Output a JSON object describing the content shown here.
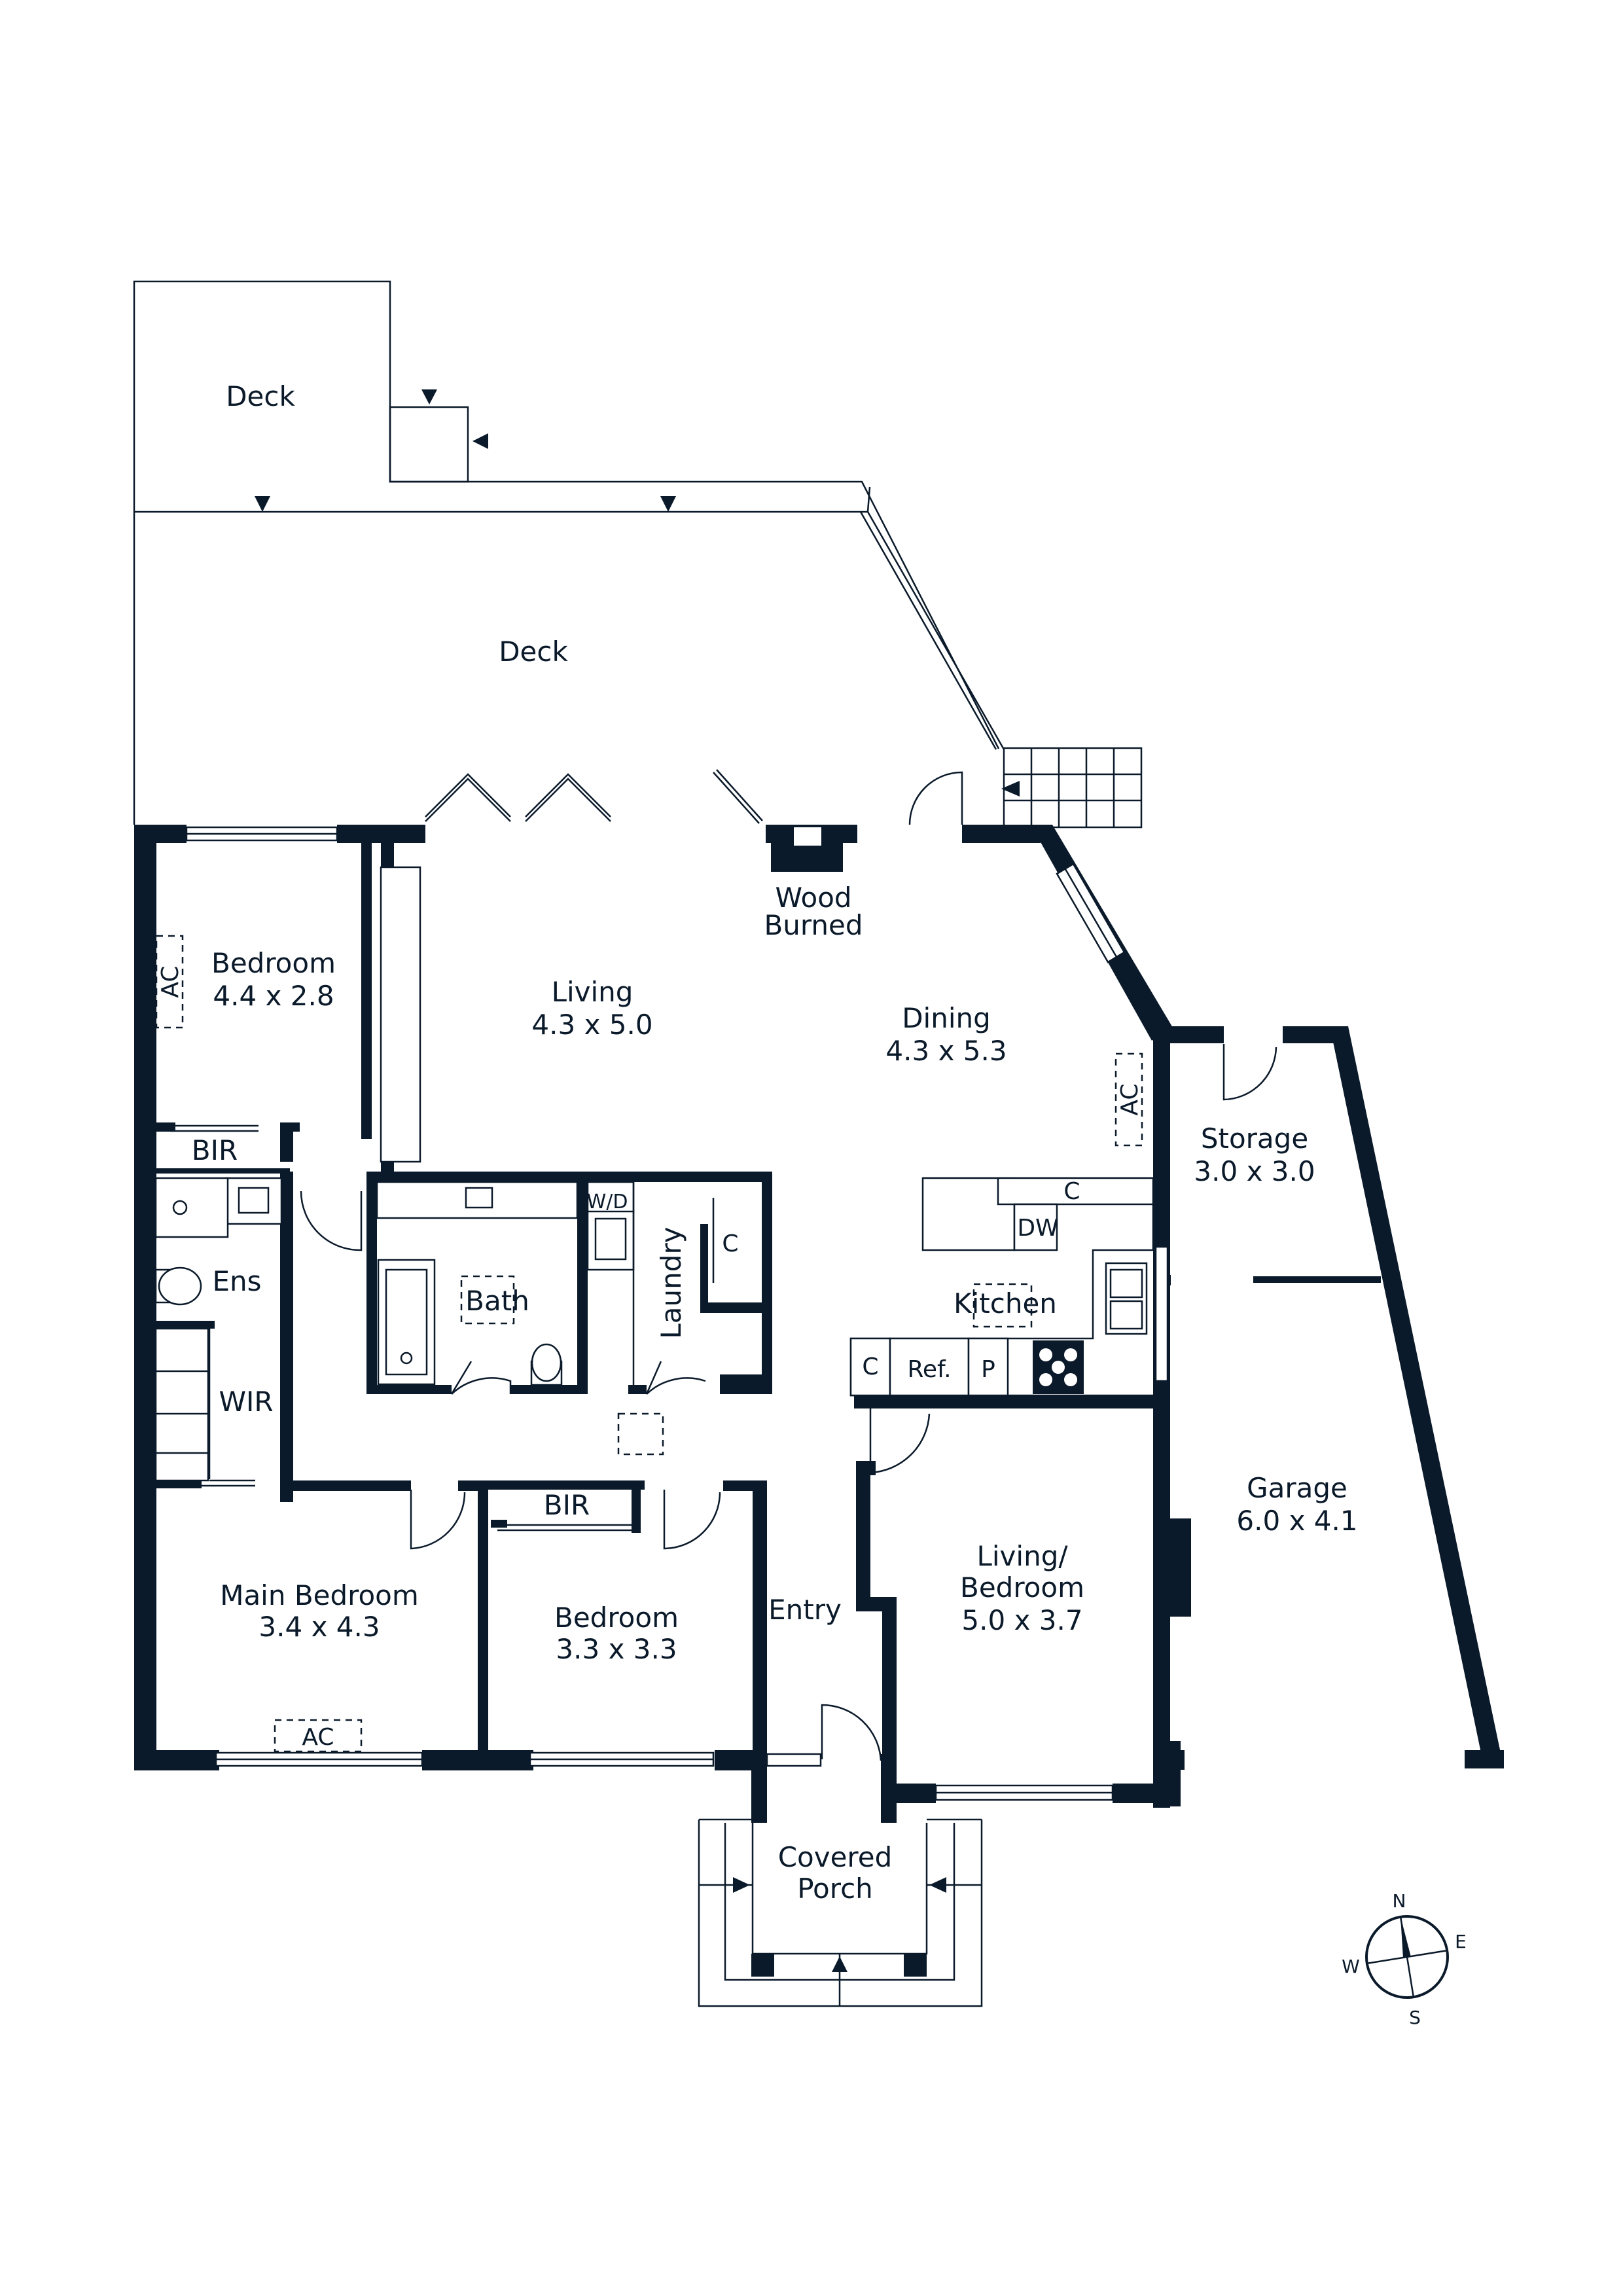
{
  "rooms": {
    "deck_upper": {
      "name": "Deck"
    },
    "deck_main": {
      "name": "Deck"
    },
    "wood_burned": {
      "line1": "Wood",
      "line2": "Burned"
    },
    "bedroom_nw": {
      "name": "Bedroom",
      "size": "4.4 x 2.8"
    },
    "living": {
      "name": "Living",
      "size": "4.3 x 5.0"
    },
    "dining": {
      "name": "Dining",
      "size": "4.3 x 5.3"
    },
    "storage": {
      "name": "Storage",
      "size": "3.0 x 3.0"
    },
    "bir_nw": {
      "name": "BIR"
    },
    "ens": {
      "name": "Ens"
    },
    "wir": {
      "name": "WIR"
    },
    "bath": {
      "name": "Bath"
    },
    "wd": {
      "name": "W/D"
    },
    "laundry": {
      "name": "Laundry"
    },
    "cupboard_laundry": {
      "name": "C"
    },
    "cupboard_kitchen_top": {
      "name": "C"
    },
    "dw": {
      "name": "DW"
    },
    "kitchen": {
      "name": "Kitchen"
    },
    "cupboard_kitchen_left": {
      "name": "C"
    },
    "ref": {
      "name": "Ref."
    },
    "pantry": {
      "name": "P"
    },
    "garage": {
      "name": "Garage",
      "size": "6.0 x 4.1"
    },
    "main_bedroom": {
      "name": "Main Bedroom",
      "size": "3.4 x 4.3"
    },
    "bir_bed2": {
      "name": "BIR"
    },
    "bedroom_2": {
      "name": "Bedroom",
      "size": "3.3 x 3.3"
    },
    "entry": {
      "name": "Entry"
    },
    "living_bedroom": {
      "line1": "Living/",
      "line2": "Bedroom",
      "size": "5.0 x 3.7"
    },
    "covered_porch": {
      "line1": "Covered",
      "line2": "Porch"
    }
  },
  "ac_labels": {
    "bedroom_nw": "AC",
    "dining": "AC",
    "main_bedroom": "AC"
  },
  "compass": {
    "n": "N",
    "e": "E",
    "s": "S",
    "w": "W"
  },
  "colors": {
    "ink": "#0b1a2a",
    "background": "#ffffff"
  }
}
